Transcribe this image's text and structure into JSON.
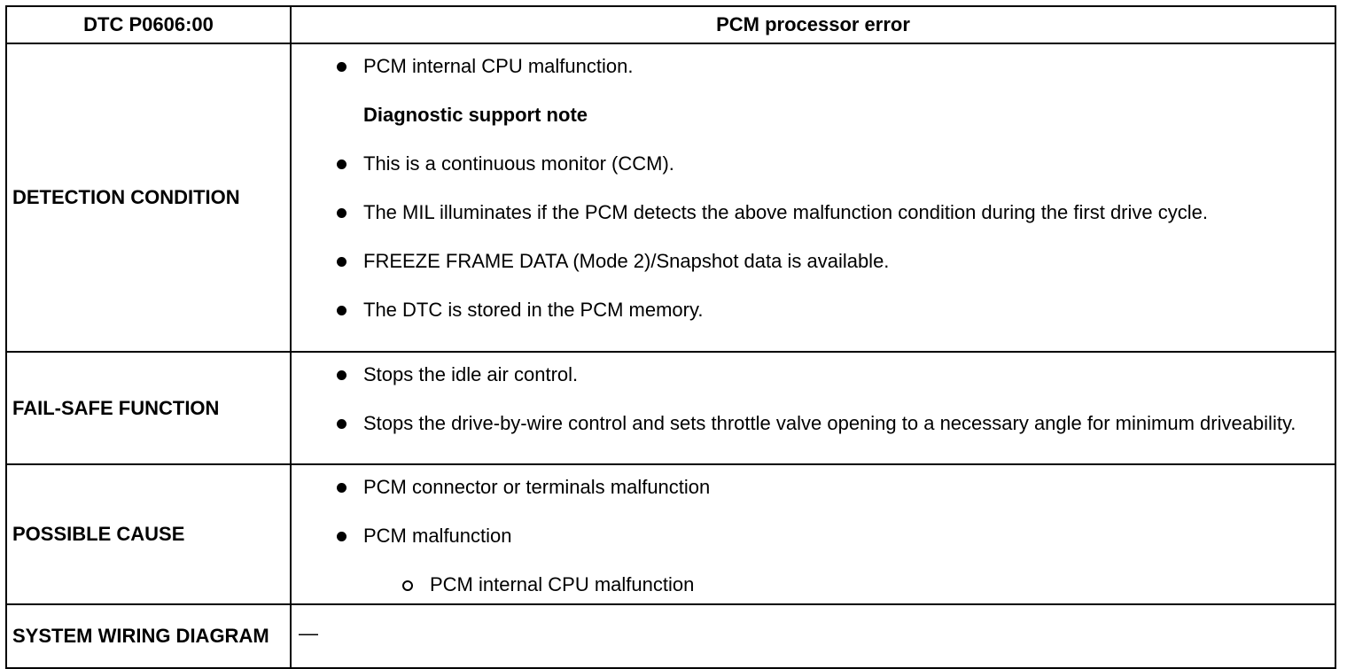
{
  "header": {
    "code": "DTC P0606:00",
    "title": "PCM processor error"
  },
  "rows": [
    {
      "label": "DETECTION CONDITION",
      "items": [
        "PCM internal CPU malfunction.",
        "Diagnostic support note",
        "This is a continuous monitor (CCM).",
        "The MIL illuminates if the PCM detects the above malfunction condition during the first drive cycle.",
        "FREEZE FRAME DATA (Mode 2)/Snapshot data is available.",
        "The DTC is stored in the PCM memory."
      ]
    },
    {
      "label": "FAIL-SAFE FUNCTION",
      "items": [
        "Stops the idle air control.",
        "Stops the drive-by-wire control and sets throttle valve opening to a necessary angle for minimum driveability."
      ]
    },
    {
      "label": "POSSIBLE CAUSE",
      "items": [
        "PCM connector or terminals malfunction",
        "PCM malfunction",
        "PCM internal CPU malfunction"
      ]
    },
    {
      "label": "SYSTEM WIRING DIAGRAM",
      "value": "—"
    }
  ]
}
